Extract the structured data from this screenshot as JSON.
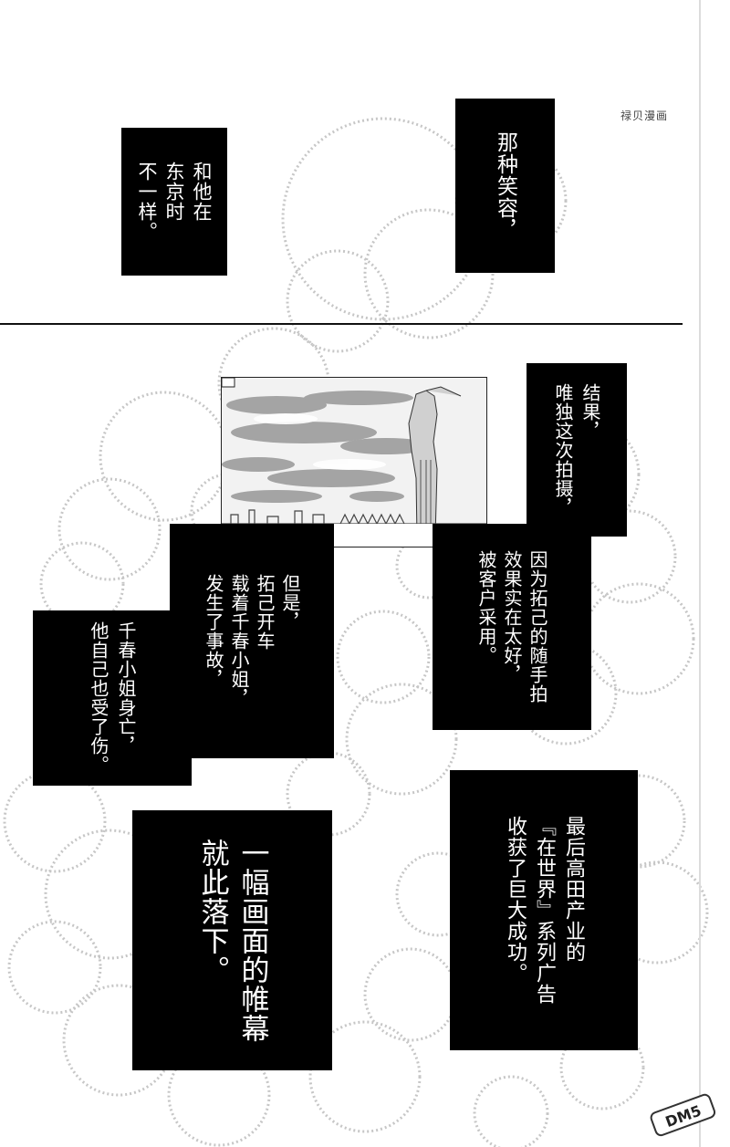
{
  "watermark": {
    "top_right": "禄贝漫画",
    "logo": "DM5"
  },
  "captions": {
    "upper_left": "和他在\n东京时\n不一样。",
    "upper_right": "那种笑容，",
    "result": "结果，\n唯独这次拍摄，",
    "effect": "因为拓己的随手拍\n效果实在太好，\n被客户采用。",
    "accident": "但是，\n拓己开车\n载着千春小姐，\n发生了事故，",
    "injury": "千春小姐身亡，\n他自己也受了伤。",
    "success": "最后高田产业的\n『在世界』系列广告\n收获了巨大成功。",
    "curtain": "一幅画面的帷幕\n就此落下。"
  },
  "colors": {
    "caption_bg": "#000000",
    "caption_text": "#ffffff",
    "page_bg": "#ffffff"
  }
}
